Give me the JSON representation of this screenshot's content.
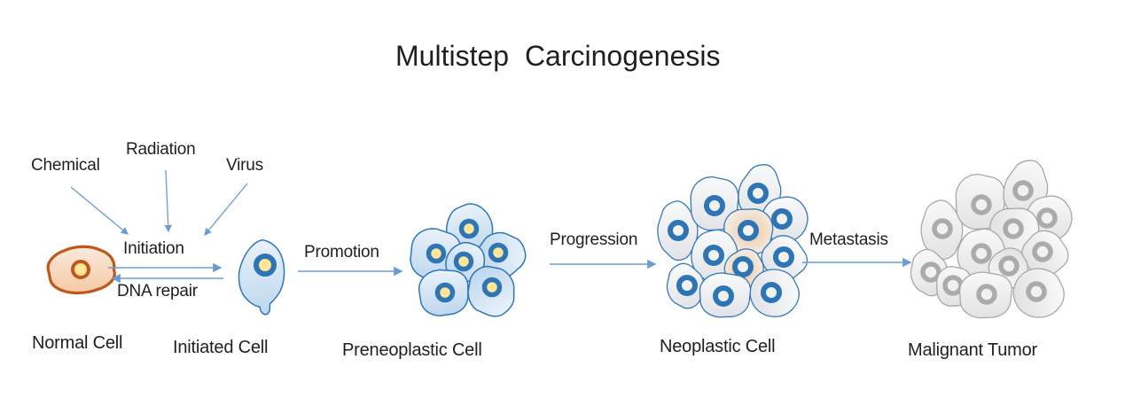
{
  "title": "Multistep Carcinogenesis",
  "colors": {
    "text": "#1f1f1f",
    "arrow": "#6b9bd2",
    "normal_cell_stroke": "#c0571b",
    "normal_cell_fill_light": "#fbeadc",
    "normal_cell_fill_dark": "#f4c9a4",
    "blue_cell_stroke": "#2e75b6",
    "blue_cell_fill_light": "#eaf2fb",
    "blue_cell_fill_dark": "#bdd7ee",
    "gray_blue_cell_stroke": "#3578b8",
    "gray_blue_cell_fill_light": "#f9fafb",
    "gray_blue_cell_fill_dark": "#e1e3e7",
    "gray_cell_stroke": "#a8a8a8",
    "gray_cell_fill_light": "#f9f9f9",
    "gray_cell_fill_dark": "#e2e2e2",
    "warm_tint": "#ecc9a4",
    "nucleus_yellow": "#ffe699",
    "nucleus_blue_ring": "#2e75b6",
    "nucleus_gray_ring": "#ababab",
    "nucleus_light_center": "#f1f1f1"
  },
  "causes": [
    {
      "label": "Chemical"
    },
    {
      "label": "Radiation"
    },
    {
      "label": "Virus"
    }
  ],
  "transitions": [
    {
      "label": "Initiation",
      "reverse_label": "DNA repair"
    },
    {
      "label": "Promotion"
    },
    {
      "label": "Progression"
    },
    {
      "label": "Metastasis"
    }
  ],
  "stages": [
    {
      "label": "Normal Cell",
      "cell_count": 1
    },
    {
      "label": "Initiated Cell",
      "cell_count": 1
    },
    {
      "label": "Preneoplastic Cell",
      "cell_count": 6
    },
    {
      "label": "Neoplastic Cell",
      "cell_count": 11
    },
    {
      "label": "Malignant Tumor",
      "cell_count": 12
    }
  ]
}
